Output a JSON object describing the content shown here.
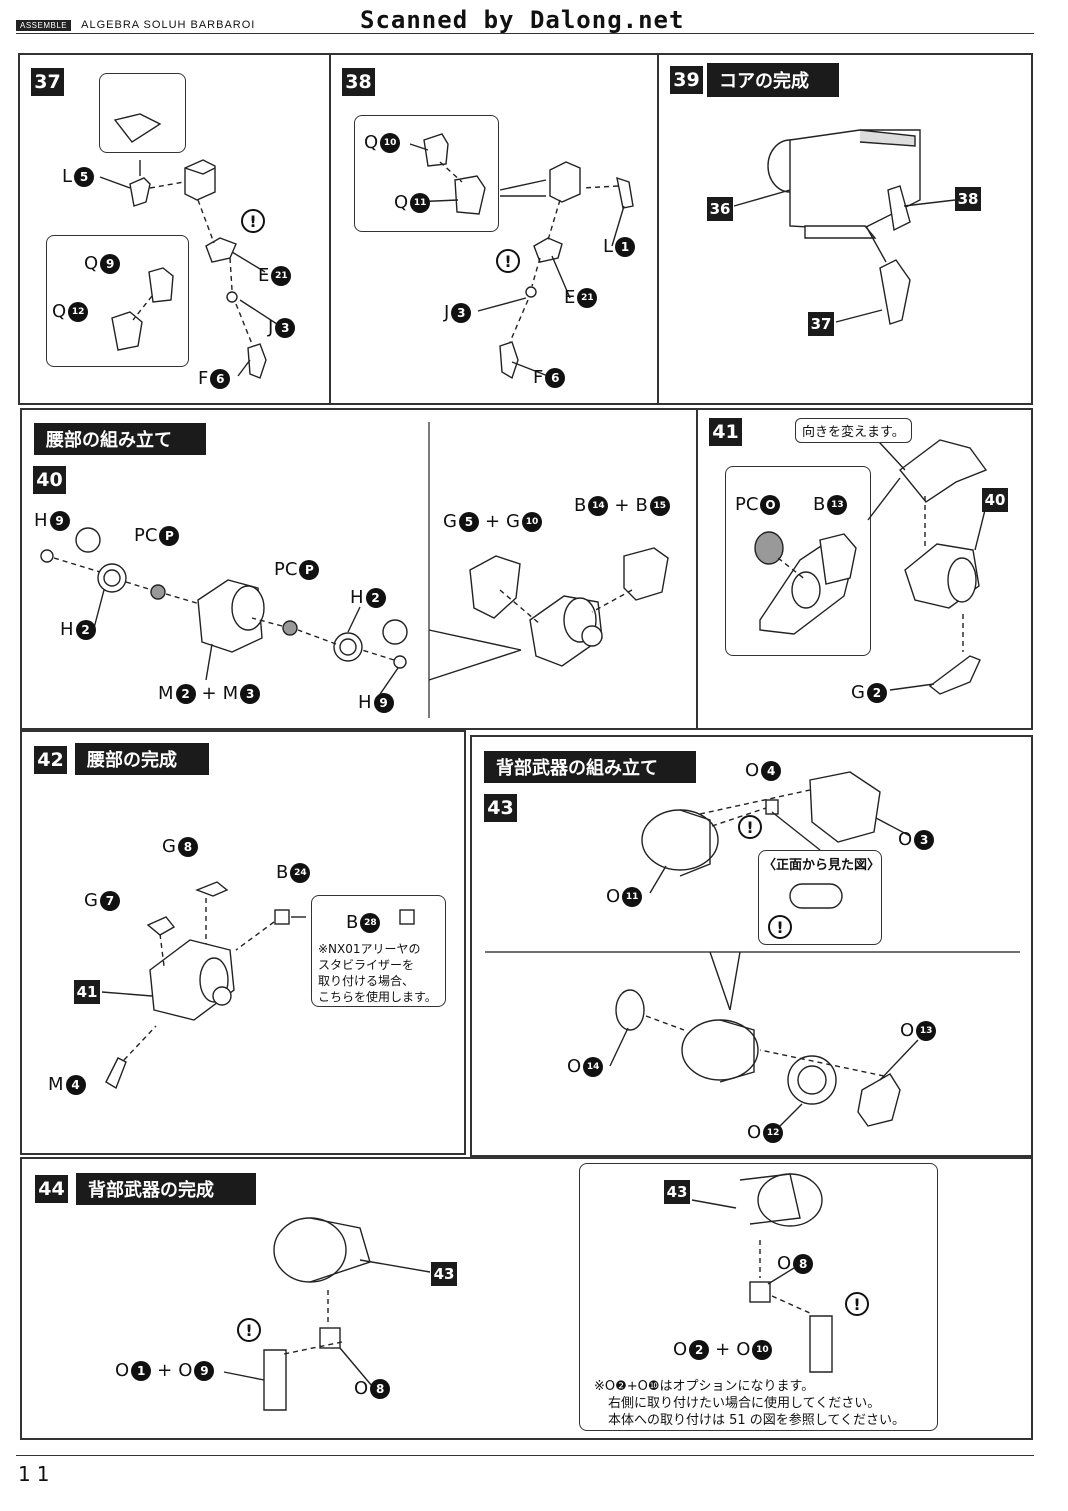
{
  "header": {
    "tag": "ASSEMBLE",
    "model": "ALGEBRA SOLUH BARBAROI",
    "scan": "Scanned by Dalong.net"
  },
  "page_number": "11",
  "steps": {
    "s37": {
      "num": "37",
      "labels": {
        "l5": "L",
        "q9": "Q",
        "q12": "Q",
        "e21": "E",
        "j3": "J",
        "f6": "F"
      },
      "n": {
        "l5": "5",
        "q9": "9",
        "q12": "12",
        "e21": "21",
        "j3": "3",
        "f6": "6"
      }
    },
    "s38": {
      "num": "38",
      "labels": {
        "q10": "Q",
        "q11": "Q",
        "l1": "L",
        "e21": "E",
        "j3": "J",
        "f6": "F"
      },
      "n": {
        "q10": "10",
        "q11": "11",
        "l1": "1",
        "e21": "21",
        "j3": "3",
        "f6": "6"
      }
    },
    "s39": {
      "num": "39",
      "title": "コアの完成",
      "refs": [
        "36",
        "38",
        "37"
      ]
    },
    "s40": {
      "num": "40",
      "title": "腰部の組み立て",
      "labels": {
        "h9a": "H",
        "pcp1": "PC",
        "h2a": "H",
        "m2": "M",
        "m3": "M",
        "pcp2": "PC",
        "h2b": "H",
        "h9b": "H",
        "g5": "G",
        "g10": "G",
        "b14": "B",
        "b15": "B"
      },
      "n": {
        "h9": "9",
        "p": "P",
        "h2": "2",
        "m2": "2",
        "m3": "3",
        "g5": "5",
        "g10": "10",
        "b14": "14",
        "b15": "15"
      }
    },
    "s41": {
      "num": "41",
      "callout": "向きを変えます。",
      "labels": {
        "pco": "PC",
        "b13": "B",
        "g2": "G"
      },
      "n": {
        "o": "O",
        "b13": "13",
        "g2": "2"
      },
      "ref": "40"
    },
    "s42": {
      "num": "42",
      "title": "腰部の完成",
      "labels": {
        "g8": "G",
        "g7": "G",
        "b24": "B",
        "b28": "B",
        "m4": "M"
      },
      "n": {
        "g8": "8",
        "g7": "7",
        "b24": "24",
        "b28": "28",
        "m4": "4"
      },
      "ref": "41",
      "note": [
        "※NX01アリーヤの",
        "スタビライザーを",
        "取り付ける場合、",
        "こちらを使用します。"
      ]
    },
    "s43": {
      "num": "43",
      "title": "背部武器の組み立て",
      "front_view": "〈正面から見た図〉",
      "labels": {
        "o4": "O",
        "o3": "O",
        "o11": "O",
        "o13": "O",
        "o14": "O",
        "o12": "O"
      },
      "n": {
        "o4": "4",
        "o3": "3",
        "o11": "11",
        "o13": "13",
        "o14": "14",
        "o12": "12"
      }
    },
    "s44": {
      "num": "44",
      "title": "背部武器の完成",
      "labels": {
        "o1": "O",
        "o9": "O",
        "o8a": "O",
        "o8b": "O",
        "o2": "O",
        "o10": "O"
      },
      "n": {
        "o1": "1",
        "o9": "9",
        "o8": "8",
        "o2": "2",
        "o10": "10"
      },
      "refs": [
        "43",
        "43"
      ],
      "note": [
        "※O❷+O❿はオプションになります。",
        "右側に取り付けたい場合に使用してください。",
        "本体への取り付けは 51 の図を参照してください。"
      ]
    }
  },
  "excl": "!"
}
